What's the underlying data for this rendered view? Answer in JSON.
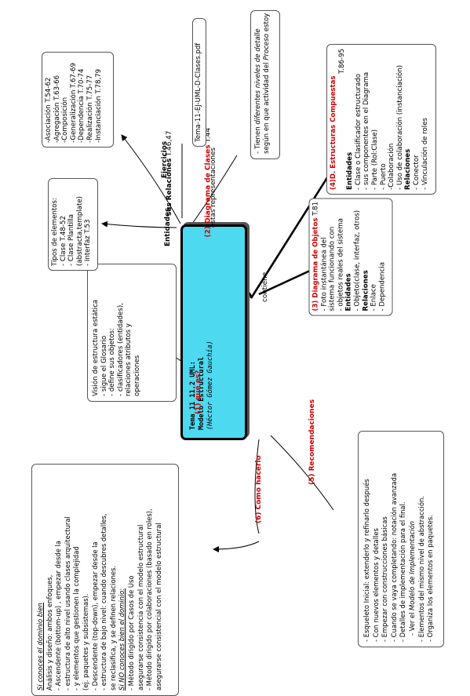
{
  "center": {
    "line1": "Tema 11 11.2 UML:",
    "line2": "Modelo Estructural",
    "line3": "(Héctor Gómez Gauchía)"
  },
  "branches": {
    "que_es": "(1) qué es?",
    "diagrama_clases": {
      "name": "(2) Diagrama de Clases",
      "ref": " T.44"
    },
    "como_hacerlo": "(6) Cómo hacerlo",
    "recomendaciones": "(5) Recomendaciones"
  },
  "connectors": {
    "contiene": "contiene",
    "entidades": "Entidades",
    "sus_relaciones": "sus Relaciones",
    "sus_relaciones_ref": " T.46,47",
    "ejercicios": "Ejercicios",
    "estas_representaciones": "estas representaciones"
  },
  "boxes": {
    "que_es": [
      "Visión de estructura estática",
      "- sigue el Glosario",
      "- define sus objetos:",
      "   - clasificadores (entidades),",
      "     relaciones atributos y",
      "     operaciones"
    ],
    "tipos": [
      "Tipos de elementos:",
      "-  Clase    T.48-52",
      "-  Clase Plantilla",
      "   (abstracta,template)",
      "-  Interfaz T.53"
    ],
    "relaciones": [
      "-Asociación T.54-62",
      "-Agregación T.63-66",
      "      -Composición",
      "-Generalización T.67-69",
      "-Dependencia T.70-74",
      "-Realización T.75-77",
      "-Instanciación T.78,79"
    ],
    "pdf": "Tema-11-EJ-UML-D-Clases.pdf",
    "niveles": {
      "l1a": "- Tienen ",
      "l1b": "diferentes niveles de detalle",
      "l2a": "según en que actividad del ",
      "l2b": "Proceso",
      "l2c": "  estoy"
    },
    "objetos": {
      "title": "(3) Diagrama de Objetos",
      "ref": " T.81",
      "lines": [
        "- Foto instantánea del",
        "  sistema funcionando con",
        "- objetos reales del sistema"
      ],
      "entidades": "Entidades",
      "ent_lines": [
        "- Objeto(clase, interfaz, otros)"
      ],
      "relaciones": "Relaciones",
      "rel_lines": [
        "- Enlace",
        "- Dependencia"
      ]
    },
    "compuestas": {
      "title": "(4)D. Estructuras Compuestas",
      "ref": "T.86-95",
      "entidades": "Entidades",
      "ent_lines": [
        "- Clase o Clasificador estructurado",
        "    - sus componentes en el Diagrama",
        "- Parte (Rol:Clase)",
        "- Puerto",
        "-Colaboración",
        "- Uso de colaboración (instanciación)"
      ],
      "relaciones": "Relaciones",
      "rel_lines": [
        "- Conector",
        "- Vinculación de roles"
      ]
    },
    "como": {
      "h1": "Si conoces el dominio bien",
      "lines1": [
        "Análisis y diseño: ambos enfoques,",
        "- Ascendente (bottom-up) , empezar desde la",
        "   - estructura de alto nivel usando clases  arquitectural",
        "   - y elementos que gestionen la complejidad",
        "       (ej. paquetes y subsistemas).",
        "- Descendente (top-down), empezar desde la",
        "   -  estructura de bajo nivel: cuando descubres detalles,",
        "        se reclasifica, y se definen relaciones."
      ],
      "h2": "Si NO conoces bien el dominio:",
      "lines2": [
        "- Método dirigido por Casos de Uso",
        "   asegurarse consistencia con el modelo estructural",
        "- Método dirigido por colaboraciones (basado en roles),",
        "   asegurarse consistencial con el modelo estructural"
      ]
    },
    "recomendaciones": {
      "lines": [
        "- Esqueleto Inicial: extenderlo y refinarlo después",
        "   - Con nuevos elementos y detalles",
        "- Empezar con construcciones básicas",
        "   - Cuando se vaya completando: notación avanzada",
        "- Detalles de implementación para el final."
      ],
      "ver_a": "   - Ver el ",
      "ver_b": "Modelo de Implementación",
      "lines_end": [
        "- Elementos del mismo nivel de abstracción.",
        "- Organiza los elementos en paquetes."
      ]
    }
  }
}
